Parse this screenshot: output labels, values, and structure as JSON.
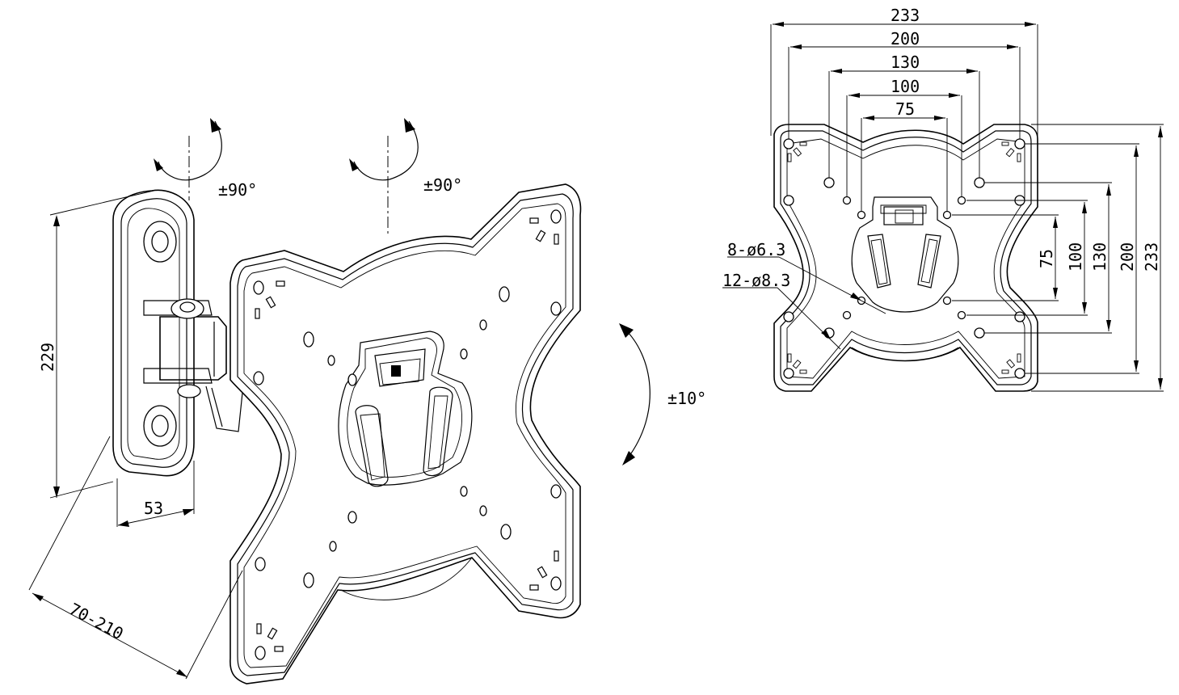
{
  "side_view": {
    "rotation_left": "±90°",
    "rotation_right": "±90°",
    "tilt": "±10°",
    "height": "229",
    "width": "53",
    "extension": "70-210"
  },
  "front_view": {
    "widths": [
      "233",
      "200",
      "130",
      "100",
      "75"
    ],
    "heights": [
      "75",
      "100",
      "130",
      "200",
      "233"
    ],
    "hole_small": "8-ø6.3",
    "hole_large": "12-ø8.3"
  }
}
